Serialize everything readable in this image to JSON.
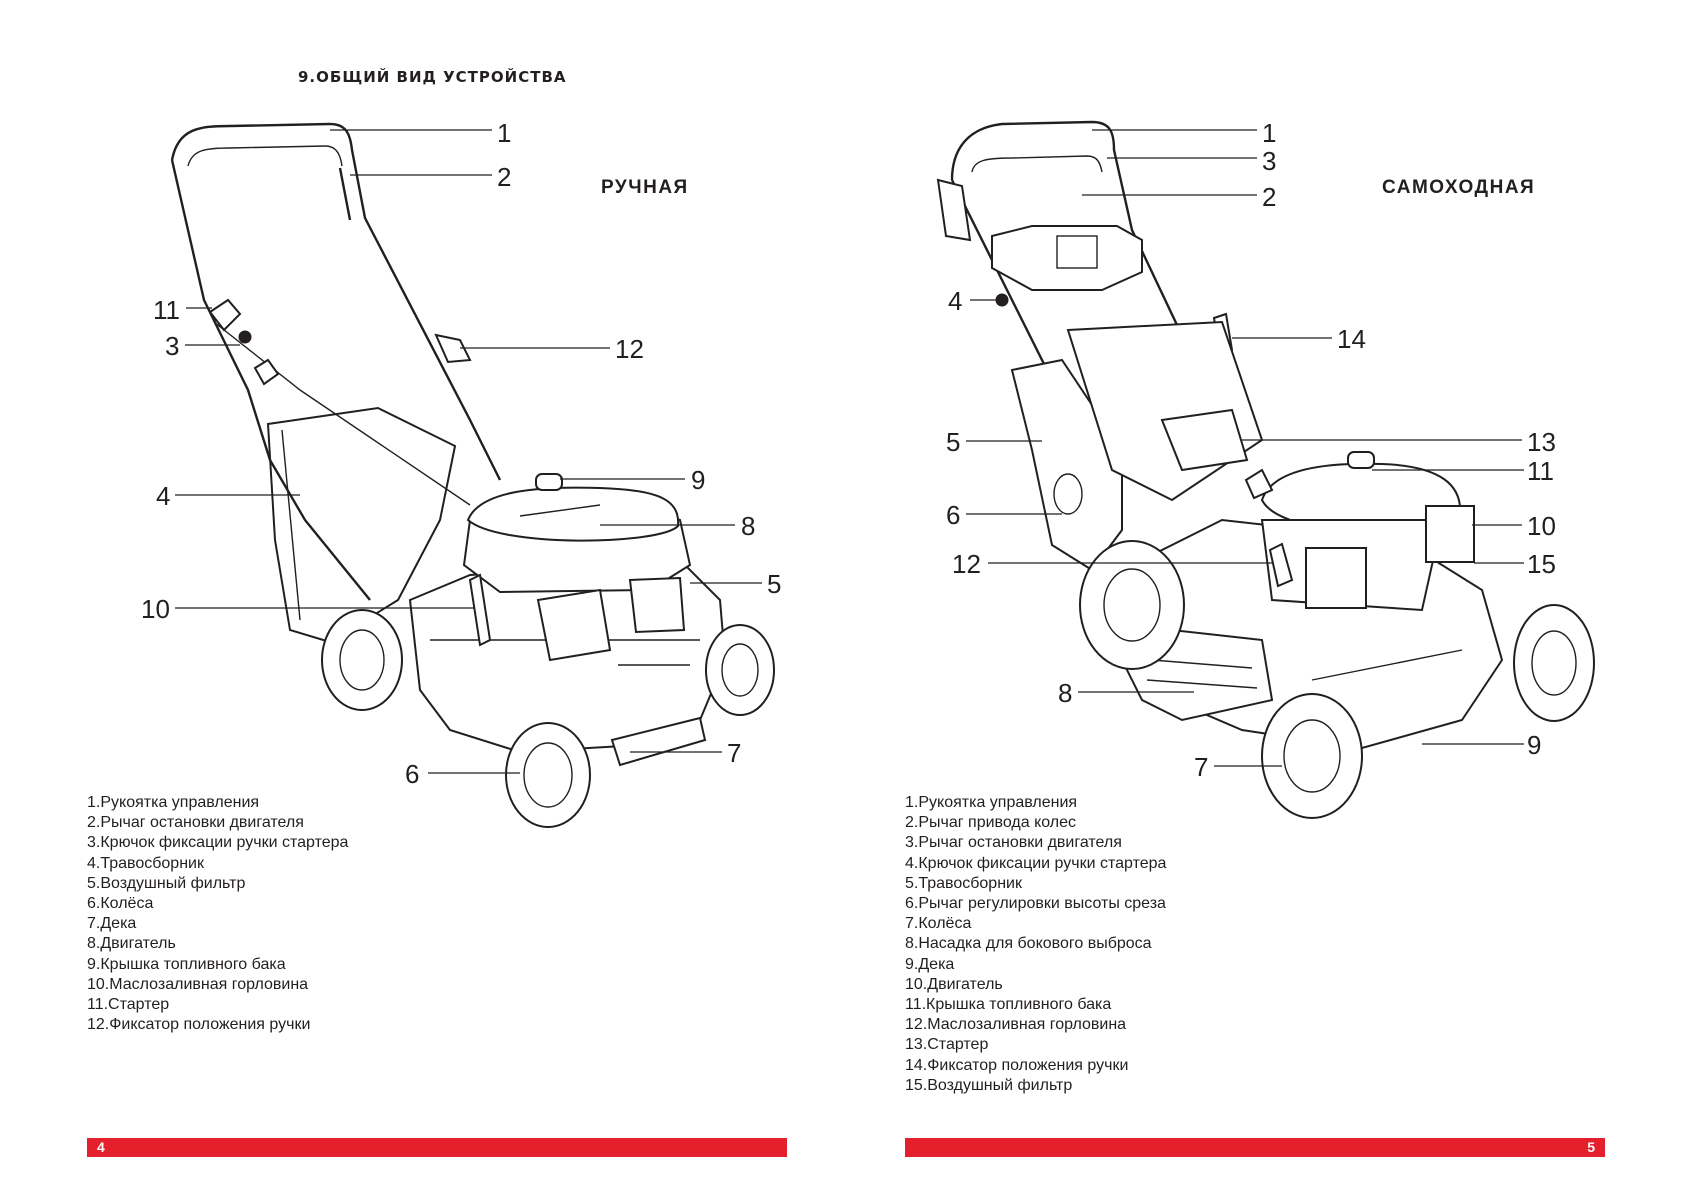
{
  "section_title": "9.ОБЩИЙ ВИД УСТРОЙСТВА",
  "left_page": {
    "variant": "РУЧНАЯ",
    "callouts": [
      "1",
      "2",
      "11",
      "3",
      "12",
      "4",
      "9",
      "8",
      "5",
      "10",
      "7",
      "6"
    ],
    "legend": [
      "1.Рукоятка управления",
      "2.Рычаг остановки двигателя",
      "3.Крючок фиксации ручки стартера",
      "4.Травосборник",
      "5.Воздушный фильтр",
      "6.Колёса",
      "7.Дека",
      "8.Двигатель",
      "9.Крышка топливного бака",
      "10.Маслозаливная горловина",
      "11.Стартер",
      "12.Фиксатор положения ручки"
    ],
    "page_number": "4"
  },
  "right_page": {
    "variant": "САМОХОДНАЯ",
    "callouts": [
      "1",
      "3",
      "2",
      "4",
      "14",
      "5",
      "13",
      "11",
      "6",
      "10",
      "12",
      "15",
      "8",
      "9",
      "7"
    ],
    "legend": [
      "1.Рукоятка управления",
      "2.Рычаг привода колес",
      "3.Рычаг остановки двигателя",
      "4.Крючок фиксации ручки стартера",
      "5.Травосборник",
      "6.Рычаг регулировки высоты среза",
      "7.Колёса",
      "8.Насадка для бокового выброса",
      "9.Дека",
      "10.Двигатель",
      "11.Крышка топливного бака",
      "12.Маслозаливная горловина",
      "13.Стартер",
      "14.Фиксатор положения ручки",
      "15.Воздушный фильтр"
    ],
    "page_number": "5"
  },
  "colors": {
    "accent_bar": "#e3202c",
    "line": "#231f20"
  }
}
